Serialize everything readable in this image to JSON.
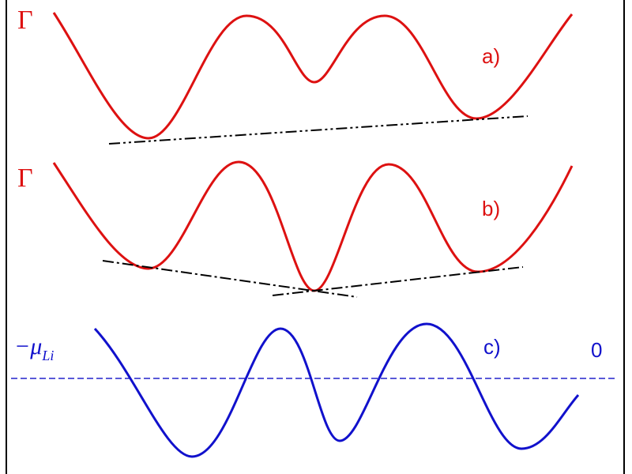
{
  "colors": {
    "red": "#dd1111",
    "blue": "#1111cc",
    "tangent": "#000000",
    "border": "#000000",
    "zero_line": "#2222cc"
  },
  "panels": [
    {
      "id": "a",
      "y_label": "Γ",
      "label": "a)"
    },
    {
      "id": "b",
      "y_label": "Γ",
      "label": "b)"
    },
    {
      "id": "c",
      "y_label_main": "−μ",
      "y_label_sub": "Li",
      "label": "c)",
      "zero_label": "0"
    }
  ]
}
